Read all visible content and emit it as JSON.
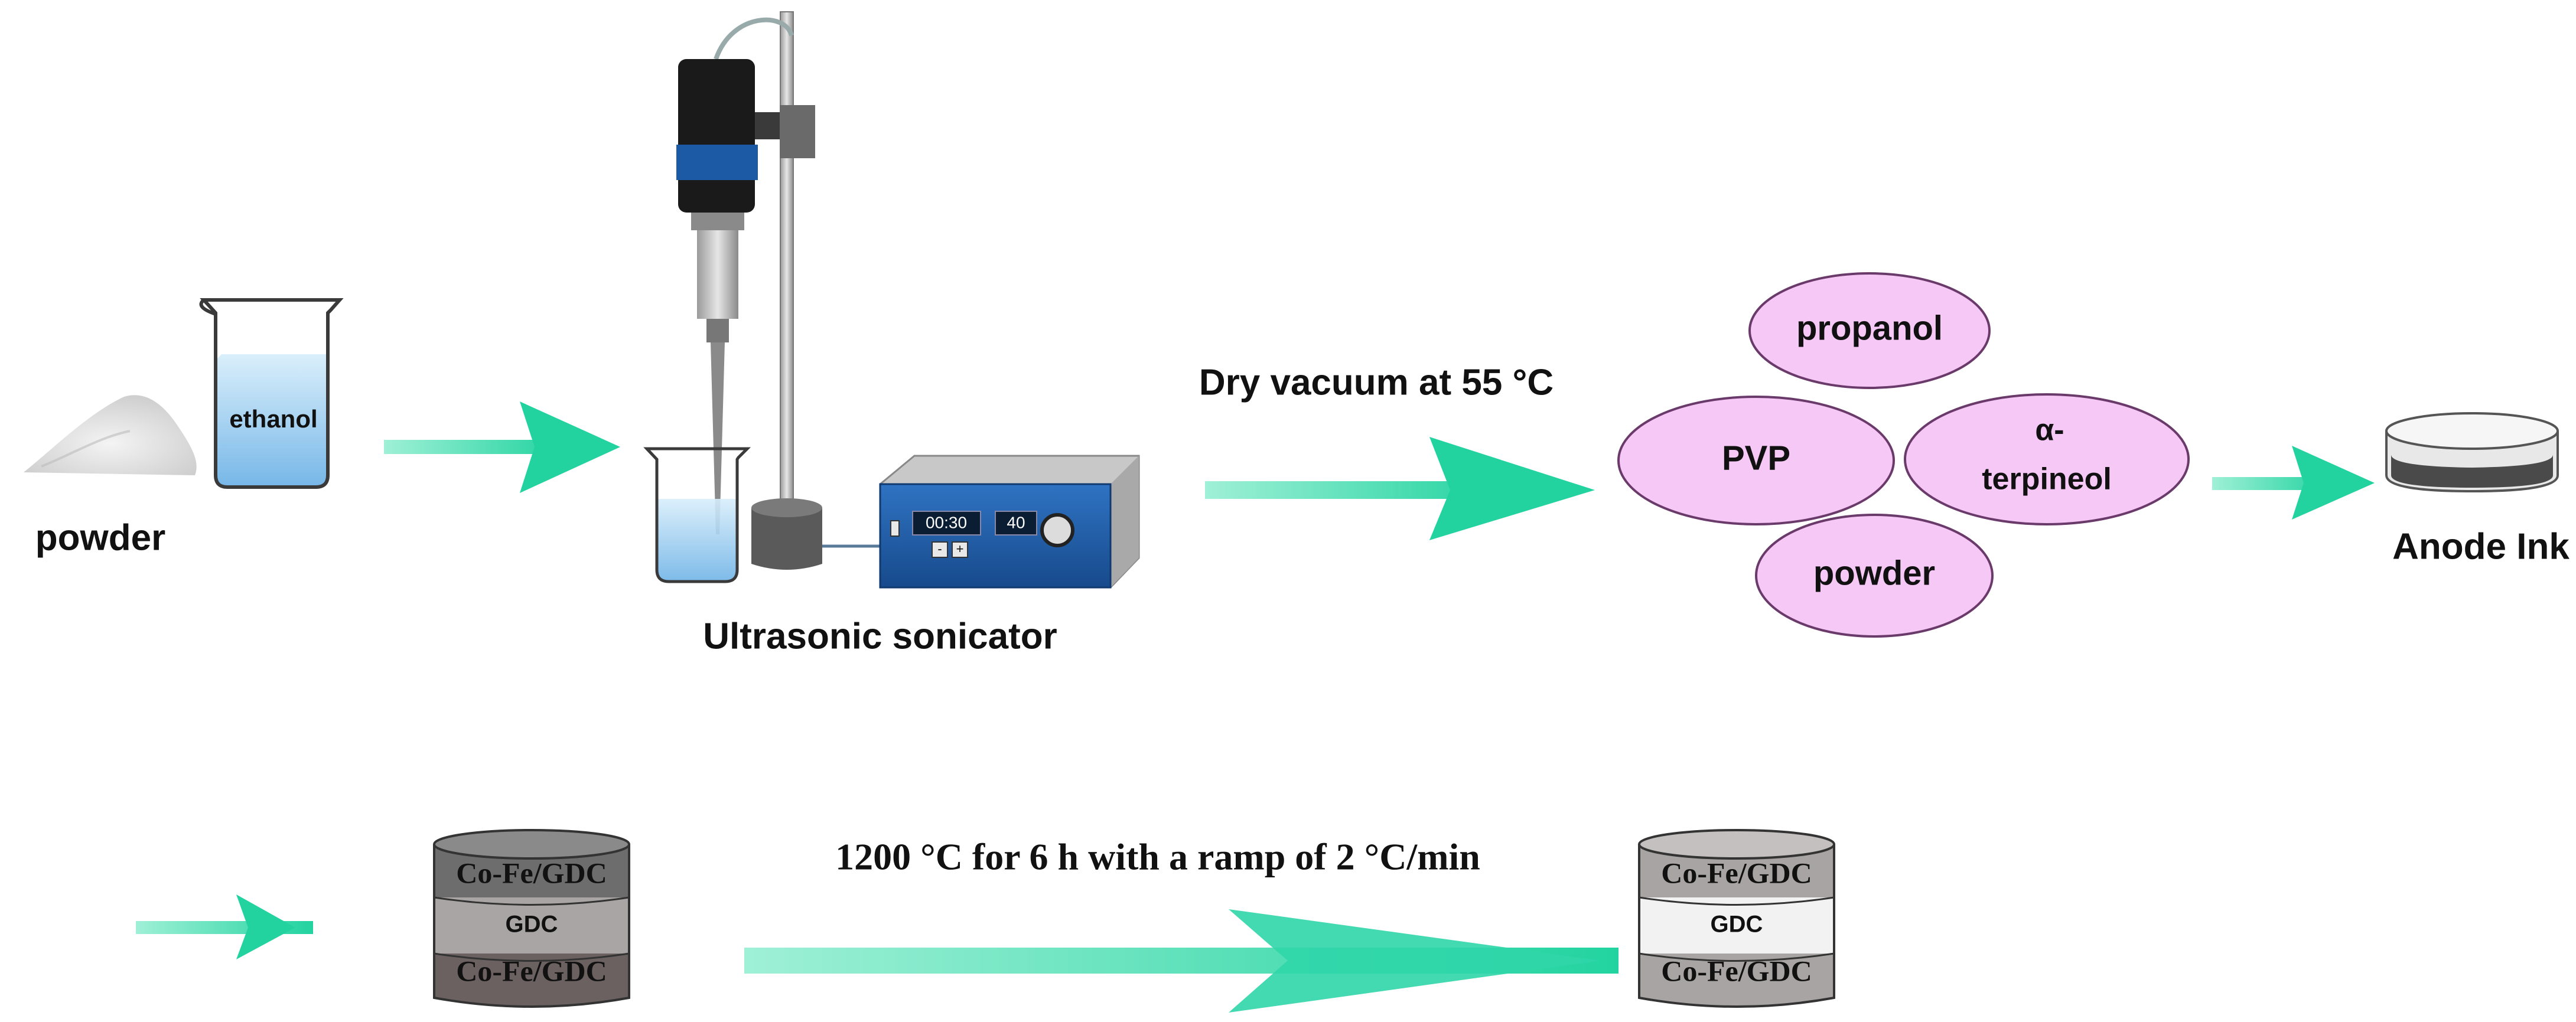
{
  "labels": {
    "powder": "powder",
    "ethanol": "ethanol",
    "sonicator": "Ultrasonic sonicator",
    "dry_vacuum": "Dry vacuum at 55 °C",
    "anode_ink": "Anode Ink",
    "sinter": "1200 °C for 6 h with a ramp of 2 °C/min"
  },
  "display": {
    "timer": "00:30",
    "amplitude": "40",
    "minus": "-",
    "plus": "+"
  },
  "ink_components": {
    "propanol": "propanol",
    "pvp": "PVP",
    "alpha": "α-",
    "terpineol": "terpineol",
    "powder": "powder"
  },
  "cell_before": {
    "top": "Co-Fe/GDC",
    "middle": "GDC",
    "bottom": "Co-Fe/GDC"
  },
  "cell_after": {
    "top": "Co-Fe/GDC",
    "middle": "GDC",
    "bottom": "Co-Fe/GDC"
  },
  "colors": {
    "arrow": "#2fd6a8",
    "ellipse_fill": "#f6c8f6",
    "ellipse_stroke": "#6a3a6a",
    "liquid": "#8fc8ee",
    "device": "#1d5aa6"
  }
}
